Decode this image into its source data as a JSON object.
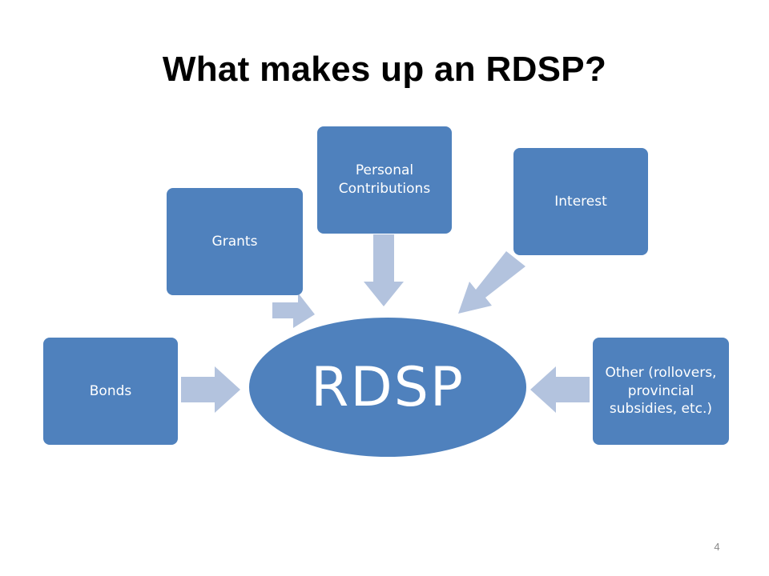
{
  "slide": {
    "title": "What makes up an RDSP?",
    "page_number": "4"
  },
  "diagram": {
    "center": {
      "label": "RDSP",
      "color": "#4f81bd"
    },
    "box_color": "#4f81bd",
    "arrow_color": "#b3c3de",
    "nodes": [
      {
        "id": "bonds",
        "label": "Bonds"
      },
      {
        "id": "grants",
        "label": "Grants"
      },
      {
        "id": "personal",
        "label": "Personal Contributions"
      },
      {
        "id": "interest",
        "label": "Interest"
      },
      {
        "id": "other",
        "label": "Other (rollovers, provincial subsidies, etc.)"
      }
    ]
  }
}
